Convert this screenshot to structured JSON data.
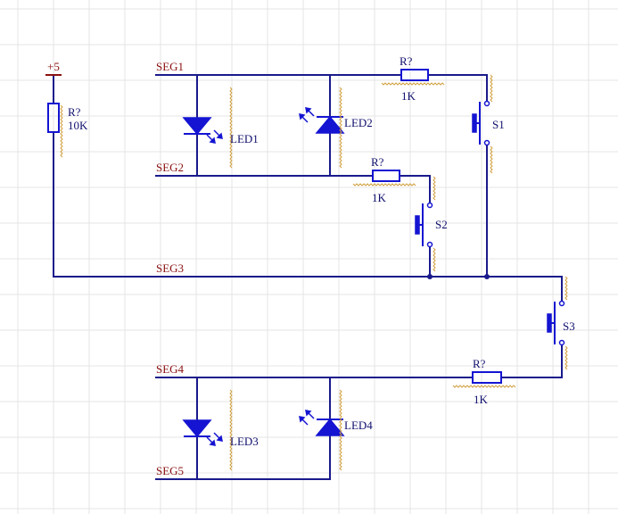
{
  "colors": {
    "wire": "#1a1a8c",
    "component": "#1414d2",
    "net_label": "#8b1010",
    "designator": "#10106e",
    "grid": "#e4e4e4",
    "pin_hatch": "#d2a040"
  },
  "power": {
    "label": "+5"
  },
  "nets": {
    "seg1": "SEG1",
    "seg2": "SEG2",
    "seg3": "SEG3",
    "seg4": "SEG4",
    "seg5": "SEG5"
  },
  "resistors": {
    "pullup": {
      "designator": "R?",
      "value": "10K"
    },
    "r_top": {
      "designator": "R?",
      "value": "1K"
    },
    "r_mid": {
      "designator": "R?",
      "value": "1K"
    },
    "r_bot": {
      "designator": "R?",
      "value": "1K"
    }
  },
  "leds": {
    "led1": "LED1",
    "led2": "LED2",
    "led3": "LED3",
    "led4": "LED4"
  },
  "switches": {
    "s1": "S1",
    "s2": "S2",
    "s3": "S3"
  }
}
